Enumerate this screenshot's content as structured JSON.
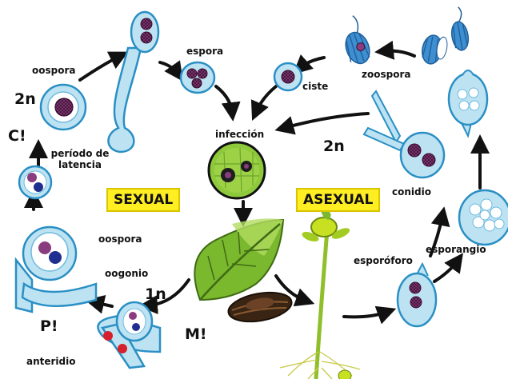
{
  "sections": {
    "sexual": "SEXUAL",
    "asexual": "ASEXUAL"
  },
  "labels": {
    "oospora_top": "oospora",
    "espora": "espora",
    "zoospora": "zoospora",
    "ciste": "ciste",
    "infeccion": "infección",
    "ploidy_2n_left": "2n",
    "ploidy_2n_right": "2n",
    "periodo_line1": "período de",
    "periodo_line2": "latencia",
    "c_mark": "C!",
    "conidio": "conidio",
    "oospora_mid": "oospora",
    "oogonio": "oogonio",
    "ploidy_1n": "1n",
    "esporoforo": "esporóforo",
    "esporangio": "esporangio",
    "p_mark": "P!",
    "m_mark": "M!",
    "anteridio": "anteridio"
  },
  "colors": {
    "cell_fill": "#bde3f3",
    "cell_stroke": "#2a8fc4",
    "purple": "#8a3d7e",
    "navy": "#1f2f8f",
    "red": "#d6202c",
    "leaf": "#7ab82e",
    "bg_yellow": "#ffee22"
  }
}
